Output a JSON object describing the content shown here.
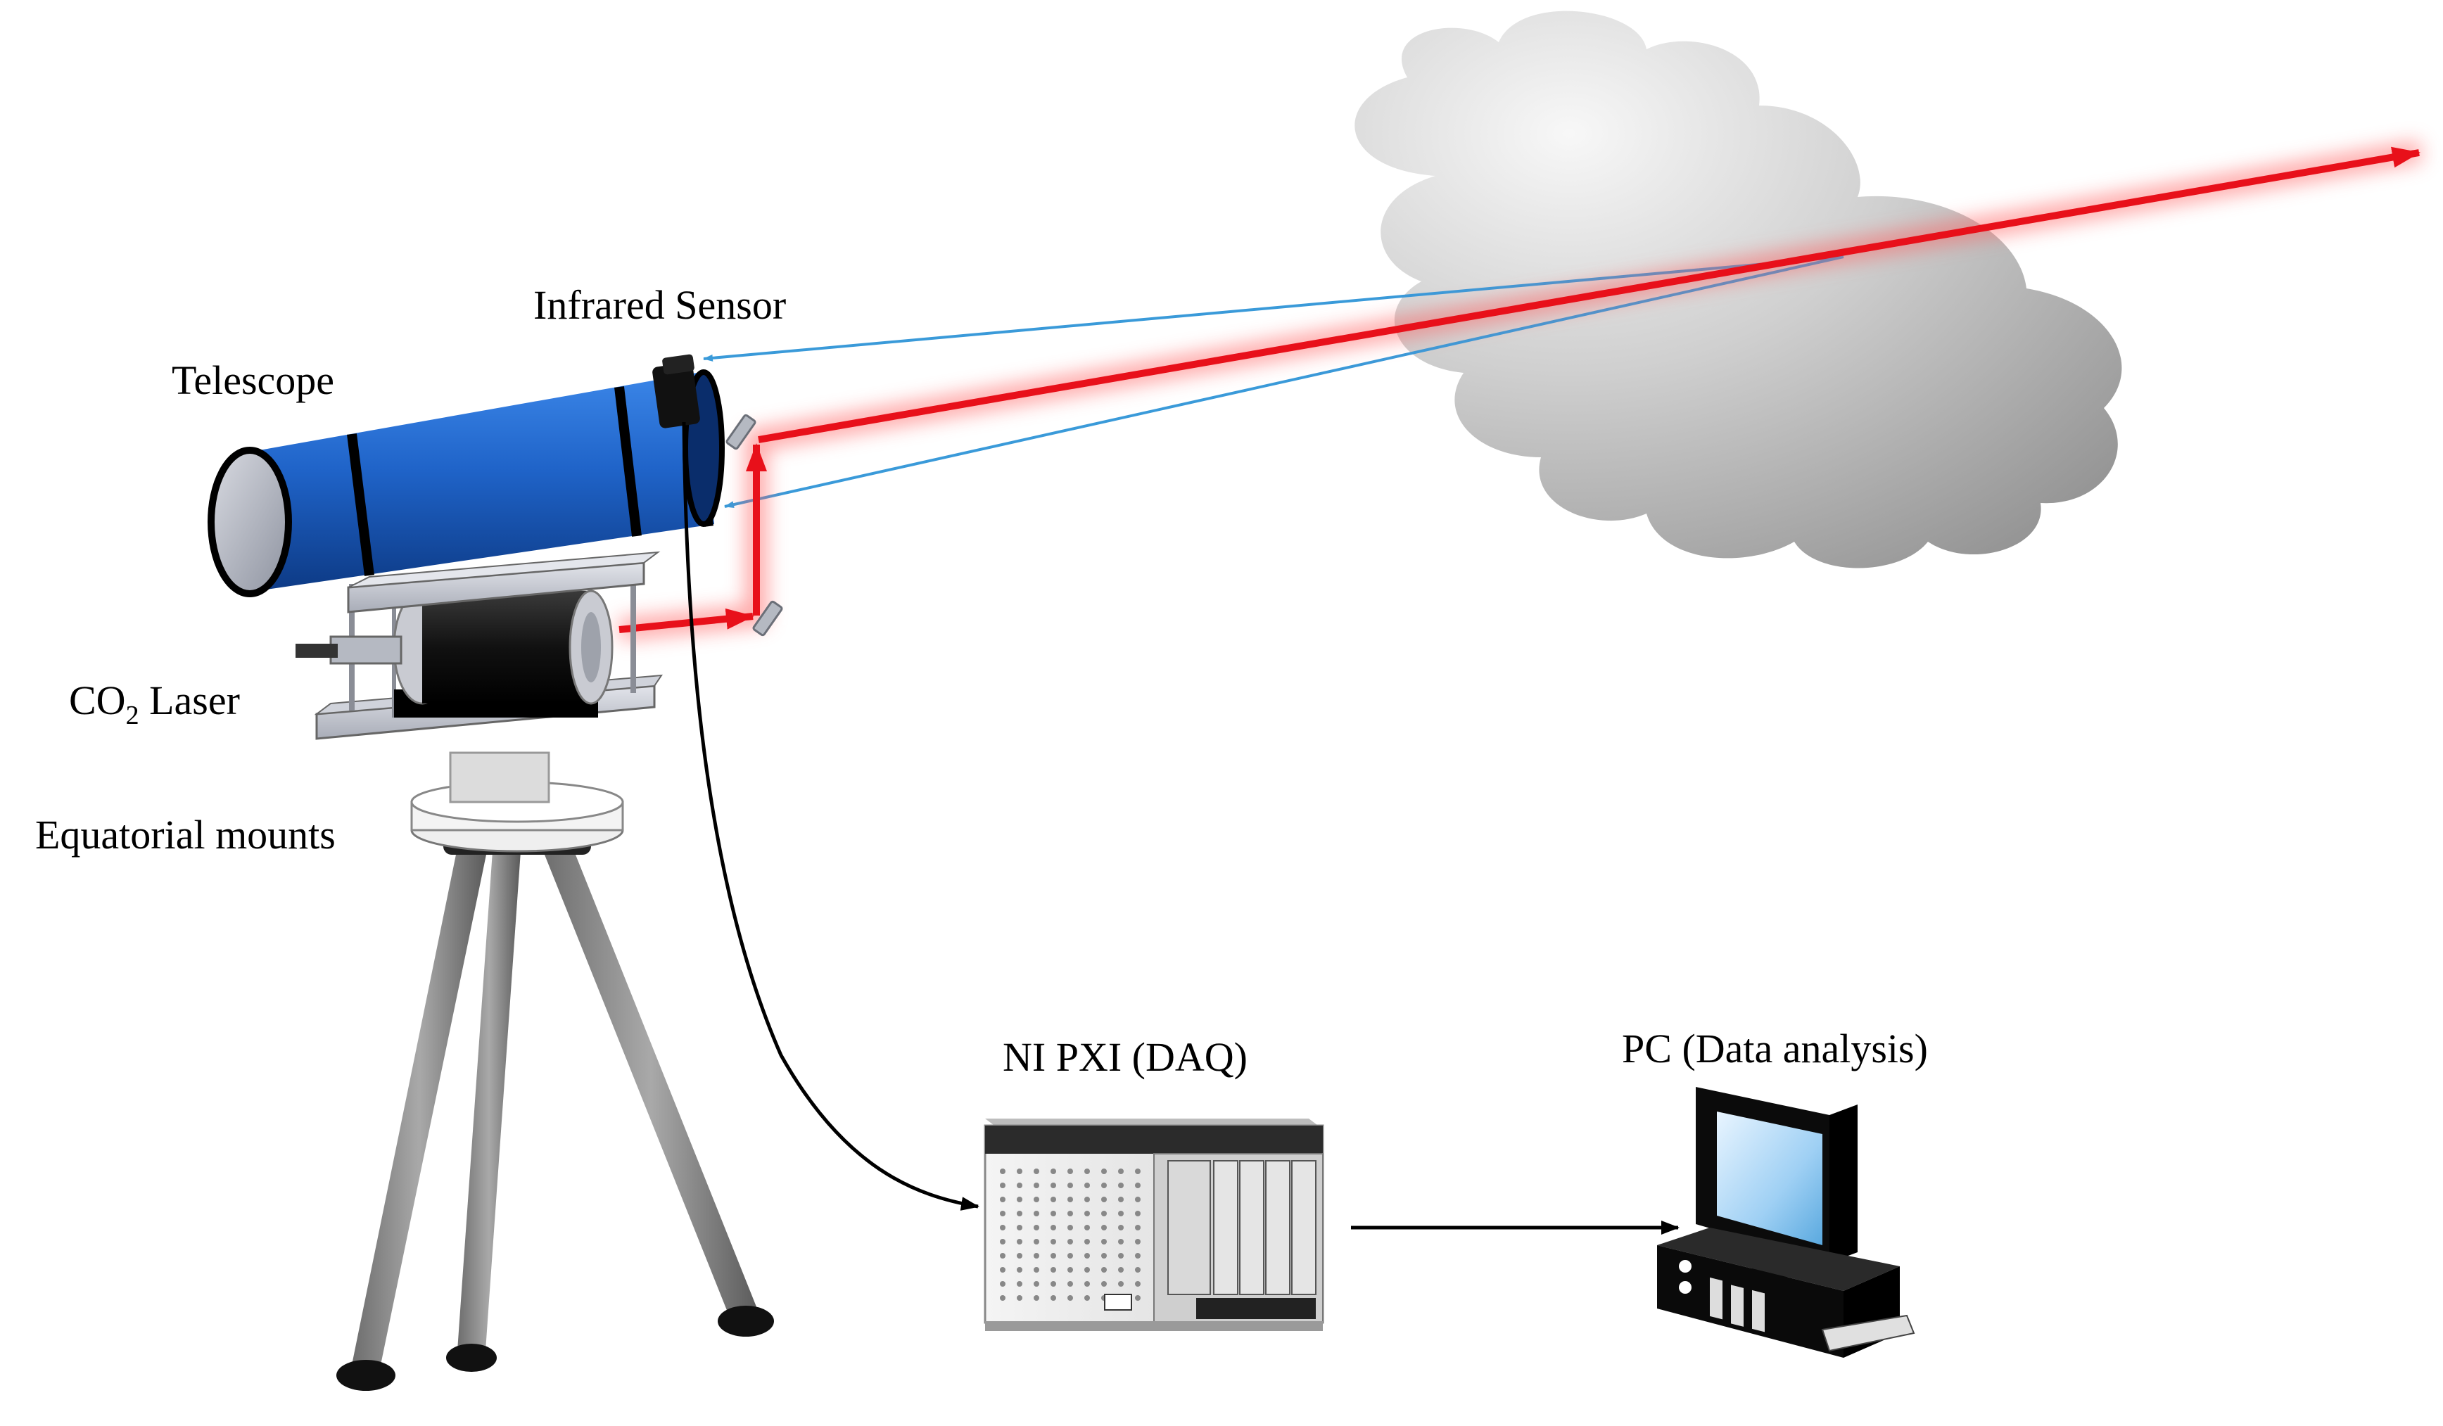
{
  "labels": {
    "infrared_sensor": "Infrared Sensor",
    "telescope": "Telescope",
    "co2_main": "CO",
    "co2_sub": "2",
    "co2_rest": " Laser",
    "equatorial_mounts": "Equatorial mounts",
    "daq": "NI PXI (DAQ)",
    "pc": "PC (Data analysis)"
  },
  "colors": {
    "laser_beam": "#e8101a",
    "laser_glow": "#ff6b6b",
    "return_rays": "#3a9ad9",
    "telescope_body": "#1f63c8",
    "telescope_dark": "#0e3f8c",
    "cloud": "#c8c8c8",
    "cable": "#000000"
  },
  "icons": {
    "cloud": "cloud-icon",
    "telescope": "telescope-icon",
    "laser": "co2-laser-icon",
    "tripod": "tripod-icon",
    "daq": "daq-chassis-icon",
    "pc": "computer-icon"
  }
}
